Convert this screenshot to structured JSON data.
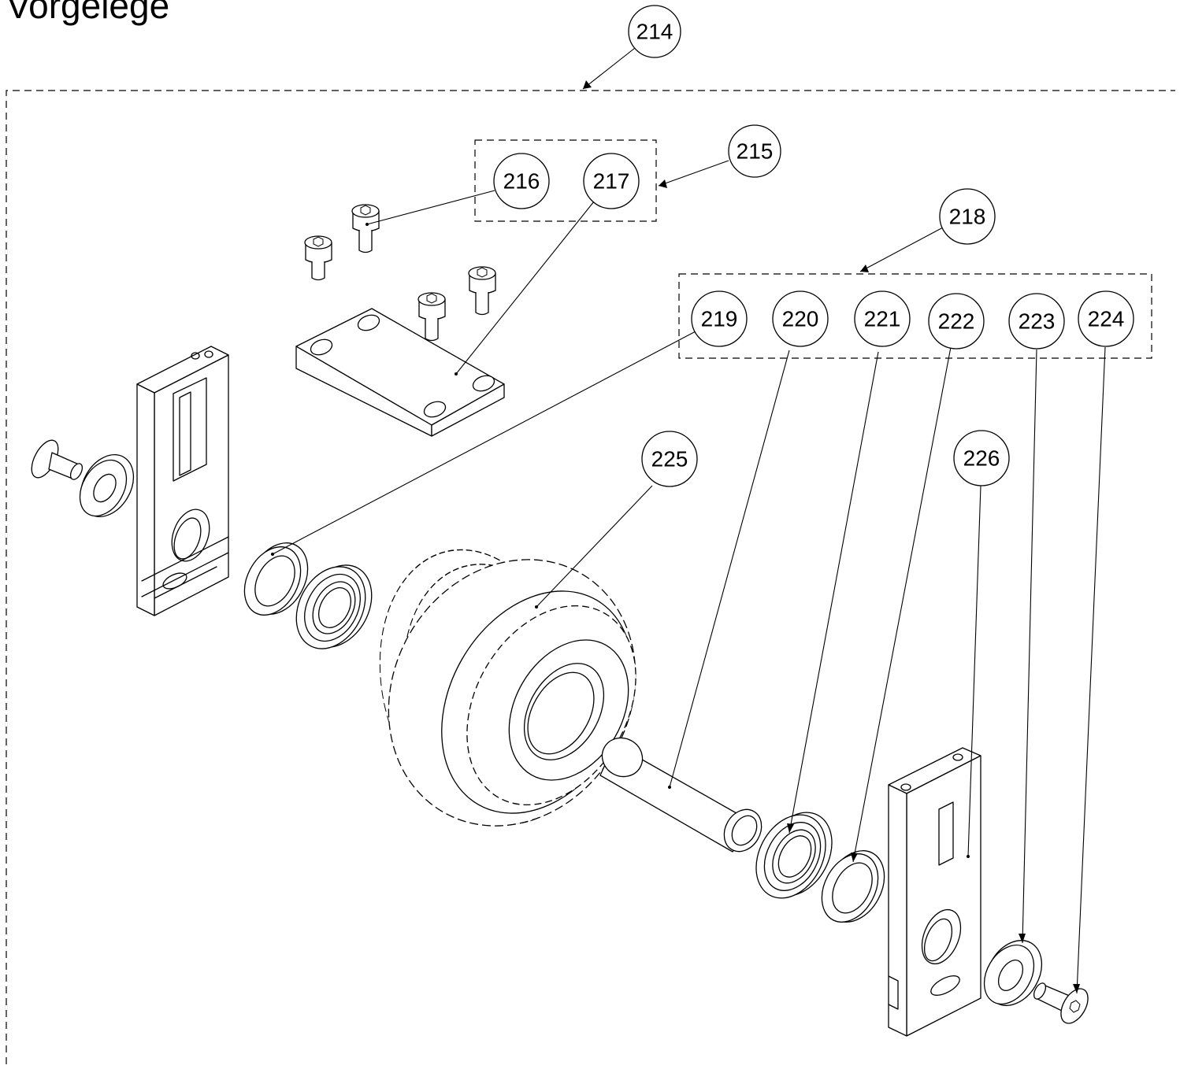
{
  "title": "Vorgelege",
  "callouts": [
    {
      "id": "c214",
      "label": "214"
    },
    {
      "id": "c215",
      "label": "215"
    },
    {
      "id": "c216",
      "label": "216"
    },
    {
      "id": "c217",
      "label": "217"
    },
    {
      "id": "c218",
      "label": "218"
    },
    {
      "id": "c219",
      "label": "219"
    },
    {
      "id": "c220",
      "label": "220"
    },
    {
      "id": "c221",
      "label": "221"
    },
    {
      "id": "c222",
      "label": "222"
    },
    {
      "id": "c223",
      "label": "223"
    },
    {
      "id": "c224",
      "label": "224"
    },
    {
      "id": "c225",
      "label": "225"
    },
    {
      "id": "c226",
      "label": "226"
    }
  ]
}
